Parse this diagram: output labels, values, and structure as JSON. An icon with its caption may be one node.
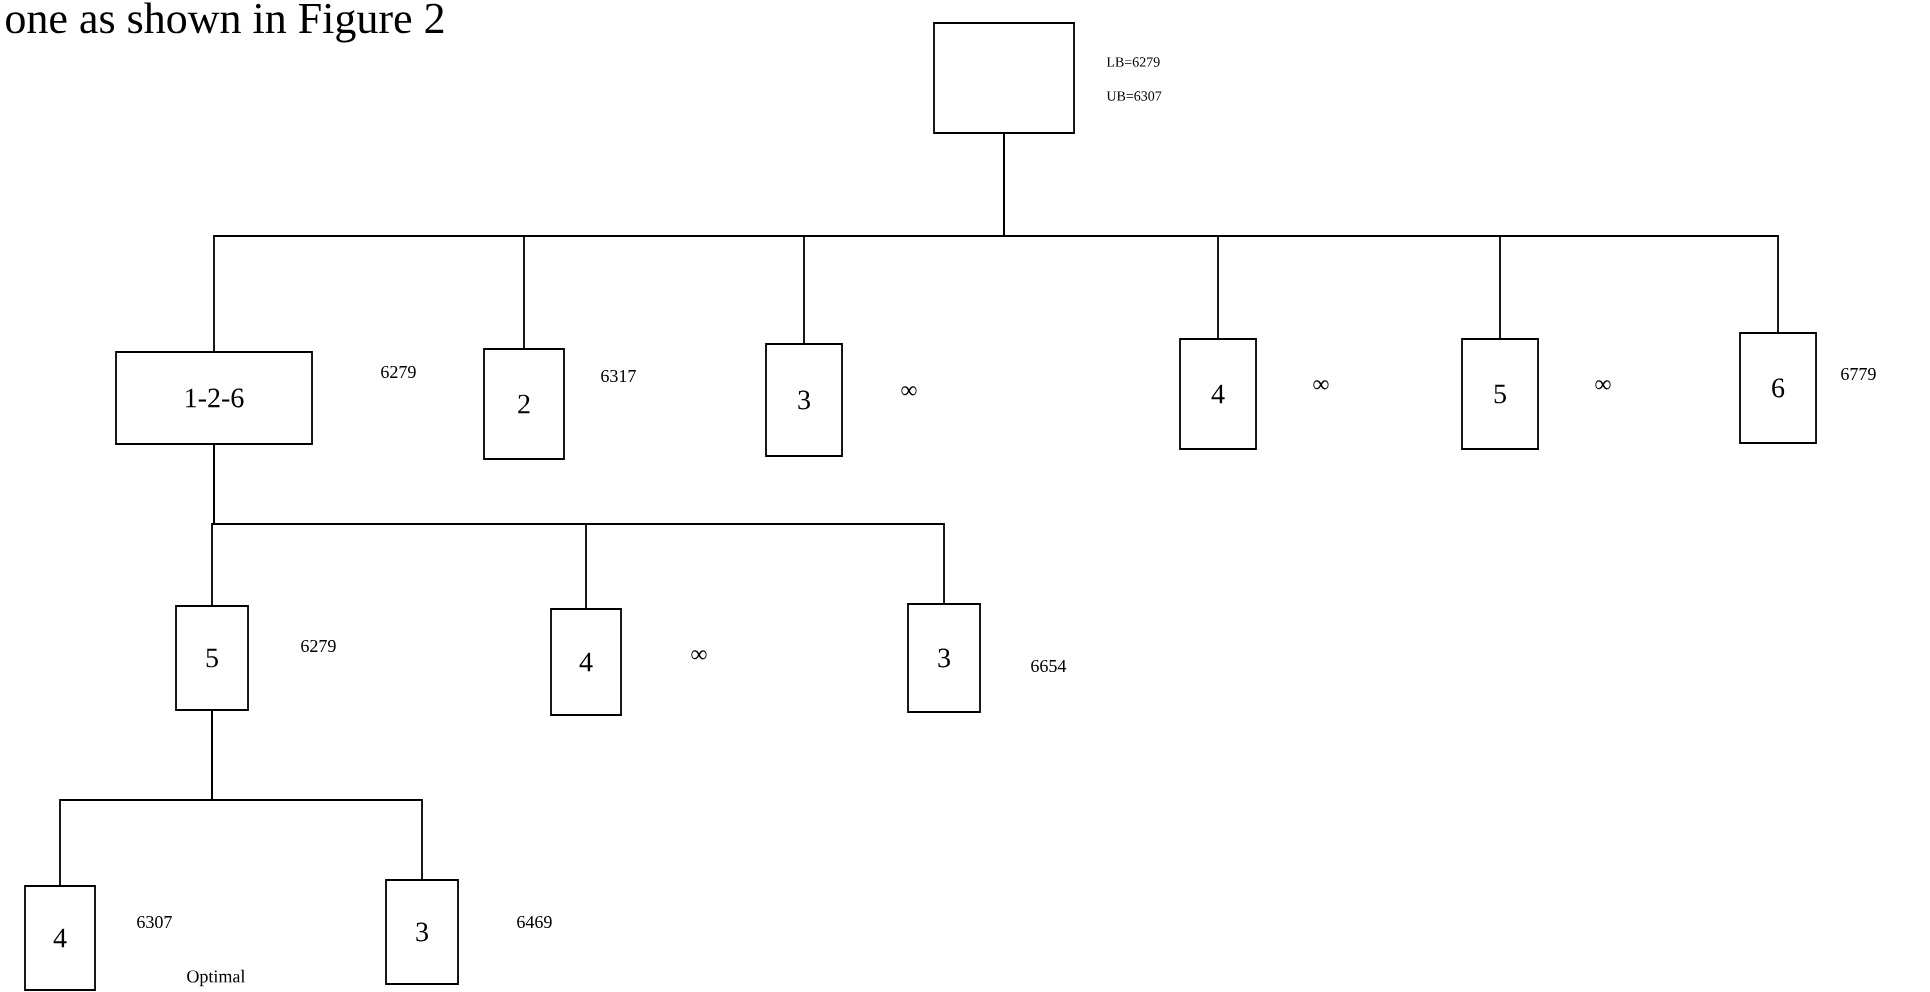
{
  "diagram": {
    "nodes": [
      {
        "text": [],
        "shape": "box",
        "beside": [
          "LB=6279",
          "UB=6307"
        ]
      },
      {
        "text": [
          "1-2-6"
        ],
        "beside": [
          "6279"
        ]
      },
      {
        "text": [
          "2"
        ],
        "beside": [
          "6317"
        ]
      },
      {
        "text": [
          "3"
        ],
        "beside": [
          "∞"
        ]
      },
      {
        "text": [
          "4"
        ],
        "beside": [
          "∞"
        ]
      },
      {
        "text": [
          "5"
        ],
        "beside": [
          "∞"
        ]
      },
      {
        "text": [
          "6"
        ],
        "beside": [
          "6779"
        ]
      },
      {
        "text": [
          "5"
        ],
        "beside": [
          "6279"
        ]
      },
      {
        "text": [
          "4"
        ],
        "beside": [
          "∞"
        ]
      },
      {
        "text": [
          "3"
        ],
        "beside": [
          "6654"
        ]
      },
      {
        "text": [
          "4"
        ],
        "beside": [
          "6307",
          "Optimal"
        ]
      },
      {
        "text": [
          "3"
        ],
        "beside": [
          "6469"
        ]
      }
    ],
    "edges": [
      {
        "from": 0,
        "to": 1,
        "arrow": "none"
      },
      {
        "from": 0,
        "to": 2,
        "arrow": "none"
      },
      {
        "from": 0,
        "to": 3,
        "arrow": "none"
      },
      {
        "from": 0,
        "to": 4,
        "arrow": "none"
      },
      {
        "from": 0,
        "to": 5,
        "arrow": "none"
      },
      {
        "from": 0,
        "to": 6,
        "arrow": "none"
      },
      {
        "from": 1,
        "to": 7,
        "arrow": "none"
      },
      {
        "from": 1,
        "to": 8,
        "arrow": "none"
      },
      {
        "from": 1,
        "to": 9,
        "arrow": "none"
      },
      {
        "from": 7,
        "to": 10,
        "arrow": "none"
      },
      {
        "from": 7,
        "to": 11,
        "arrow": "none"
      }
    ],
    "labels": [
      "one as shown in Figure 2"
    ]
  }
}
